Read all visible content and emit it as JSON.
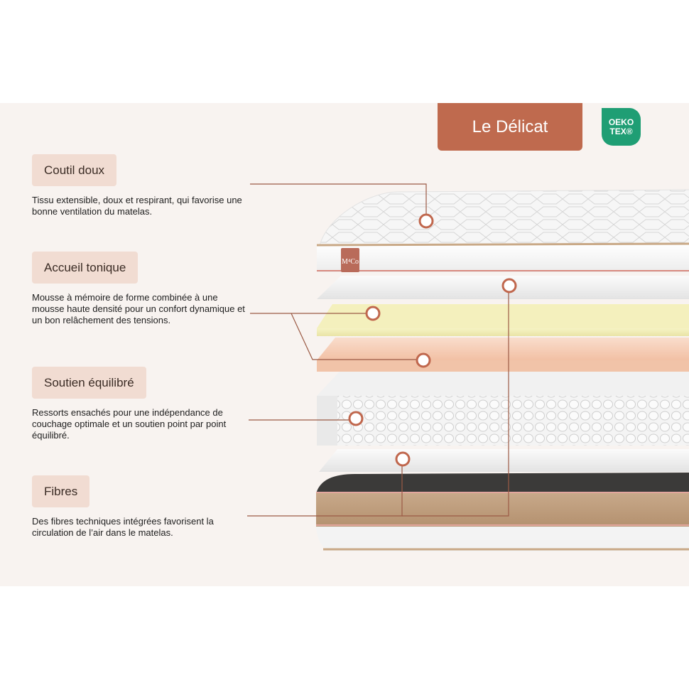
{
  "product": {
    "name": "Le Délicat"
  },
  "certification": {
    "line1": "OEKO",
    "line2": "TEX®",
    "icon": "oeko-tex-badge"
  },
  "brand_mark": {
    "text": "M⁴Co"
  },
  "layers": [
    {
      "title": "Coutil doux",
      "description": "Tissu extensible, doux et respirant, qui favorise une bonne ventilation du matelas."
    },
    {
      "title": "Accueil tonique",
      "description": "Mousse à mémoire de forme combinée à une mousse haute densité pour un confort dynamique et un bon relâchement des tensions."
    },
    {
      "title": "Soutien équilibré",
      "description": "Ressorts ensachés pour une indépendance de couchage optimale et un soutien point par point équilibré."
    },
    {
      "title": "Fibres",
      "description": "Des fibres techniques intégrées favorisent la circulation de l’air dans le matelas."
    }
  ],
  "colors": {
    "accent": "#bf6a4e",
    "pill": "#f1dcd2",
    "panel": "#f8f3f0",
    "certification": "#1f9e74"
  }
}
